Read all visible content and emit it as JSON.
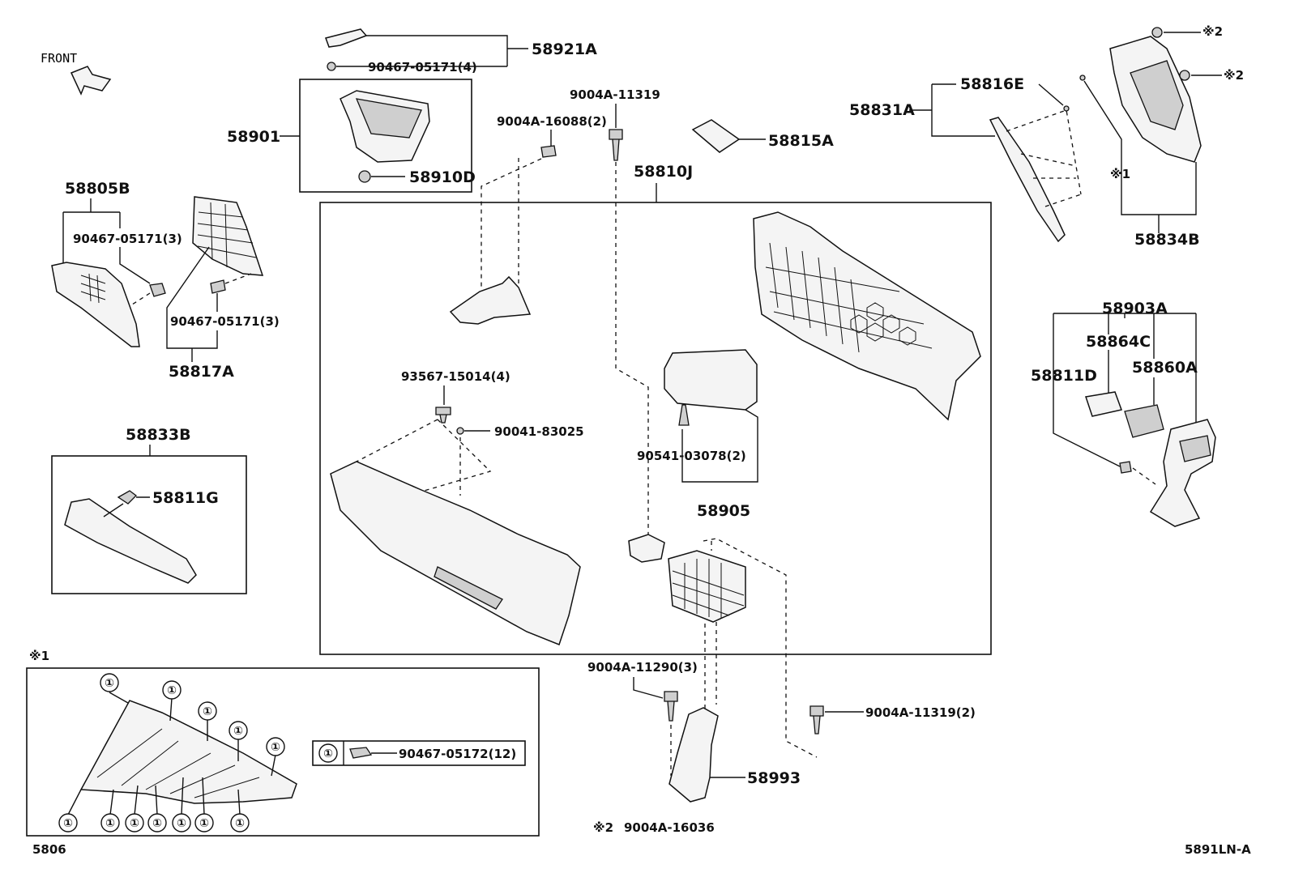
{
  "front_label": "FRONT",
  "footer": {
    "left": "5806",
    "right": "5891LN-A"
  },
  "note1_marker": "※1",
  "note2": {
    "marker": "※2",
    "part": "9004A-16036"
  },
  "legend": {
    "symbol": "①",
    "part": "90467-05172(12)"
  },
  "labels": {
    "p58921A": "58921A",
    "p90467_05171_4": "90467-05171(4)",
    "p58901": "58901",
    "p58910D": "58910D",
    "p9004A_11319": "9004A-11319",
    "p9004A_16088": "9004A-16088(2)",
    "p58815A": "58815A",
    "p58810J": "58810J",
    "p58816E": "58816E",
    "p58831A": "58831A",
    "p58834B": "58834B",
    "p58805B": "58805B",
    "p90467_05171_3a": "90467-05171(3)",
    "p90467_05171_3b": "90467-05171(3)",
    "p58817A": "58817A",
    "p93567_15014": "93567-15014(4)",
    "p90041_83025": "90041-83025",
    "p90541_03078": "90541-03078(2)",
    "p58905": "58905",
    "p58833B": "58833B",
    "p58811G": "58811G",
    "p58903A": "58903A",
    "p58864C": "58864C",
    "p58860A": "58860A",
    "p58811D": "58811D",
    "p9004A_11290": "9004A-11290(3)",
    "p9004A_11319_2": "9004A-11319(2)",
    "p58993": "58993",
    "mark_x1": "※1",
    "mark_x2a": "※2",
    "mark_x2b": "※2"
  },
  "circle_one": "①"
}
